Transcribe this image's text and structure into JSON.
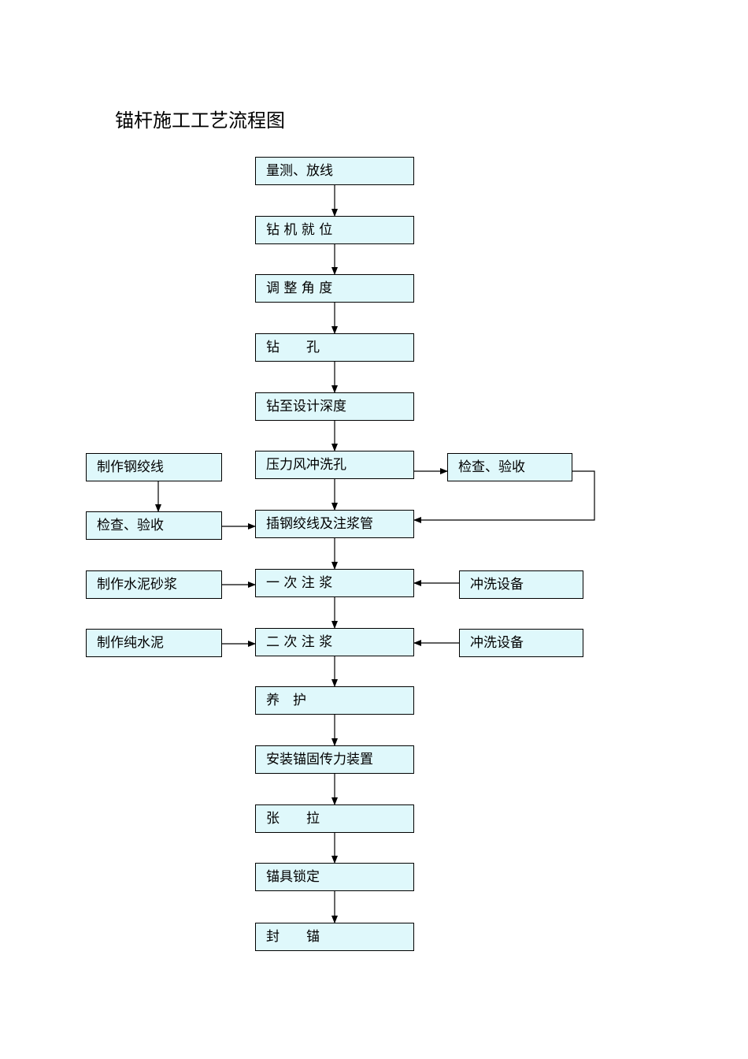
{
  "title": "锚杆施工工艺流程图",
  "main_steps": [
    "量测、放线",
    "钻 机 就 位",
    "调 整 角 度",
    "钻　　孔",
    "钻至设计深度",
    "压力风冲洗孔",
    "插钢绞线及注浆管",
    "一 次 注 浆",
    "二 次 注 浆",
    "养　护",
    "安装锚固传力装置",
    "张　　拉",
    "锚具锁定",
    "封　　锚"
  ],
  "left_steps": [
    "制作钢绞线",
    "检查、验收",
    "制作水泥砂浆",
    "制作纯水泥"
  ],
  "right_steps": [
    "检查、验收",
    "冲洗设备",
    "冲洗设备"
  ],
  "colors": {
    "box_fill": "#dff8fb",
    "line": "#000000"
  }
}
